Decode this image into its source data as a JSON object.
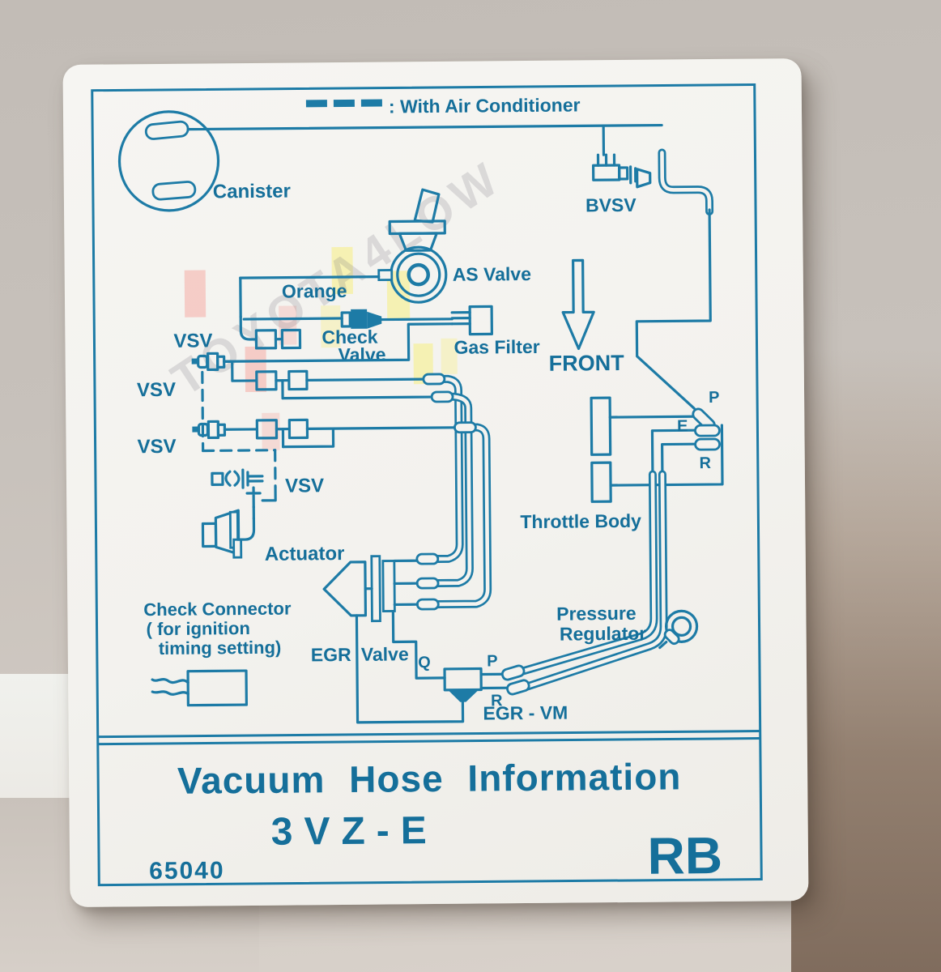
{
  "watermark": {
    "text": "TOYOTA4LOW"
  },
  "legend": {
    "text": ": With Air Conditioner"
  },
  "components": {
    "canister": "Canister",
    "bvsv": "BVSV",
    "as_valve": "AS Valve",
    "orange": "Orange",
    "check_valve": {
      "line1": "Check",
      "line2": "Valve"
    },
    "gas_filter": "Gas Filter",
    "vsv": "VSV",
    "front": "FRONT",
    "throttle_body": "Throttle Body",
    "throttle_ports": {
      "p": "P",
      "e": "E",
      "r": "R"
    },
    "actuator": "Actuator",
    "check_connector": {
      "line1": "Check Connector",
      "line2": "( for ignition",
      "line3": "timing setting)"
    },
    "egr_valve": {
      "word1": "EGR",
      "word2": "Valve"
    },
    "pressure_regulator": {
      "line1": "Pressure",
      "line2": "Regulator"
    },
    "egr_vm": {
      "label": "EGR - VM",
      "port_q": "Q",
      "port_p": "P",
      "port_r": "R"
    }
  },
  "title_block": {
    "title": "Vacuum Hose Information",
    "engine_code": "3VZ-E",
    "number": "65040",
    "revision": "RB"
  },
  "colors": {
    "ink": "#1d7ba6",
    "paper": "#f4f3ef"
  }
}
